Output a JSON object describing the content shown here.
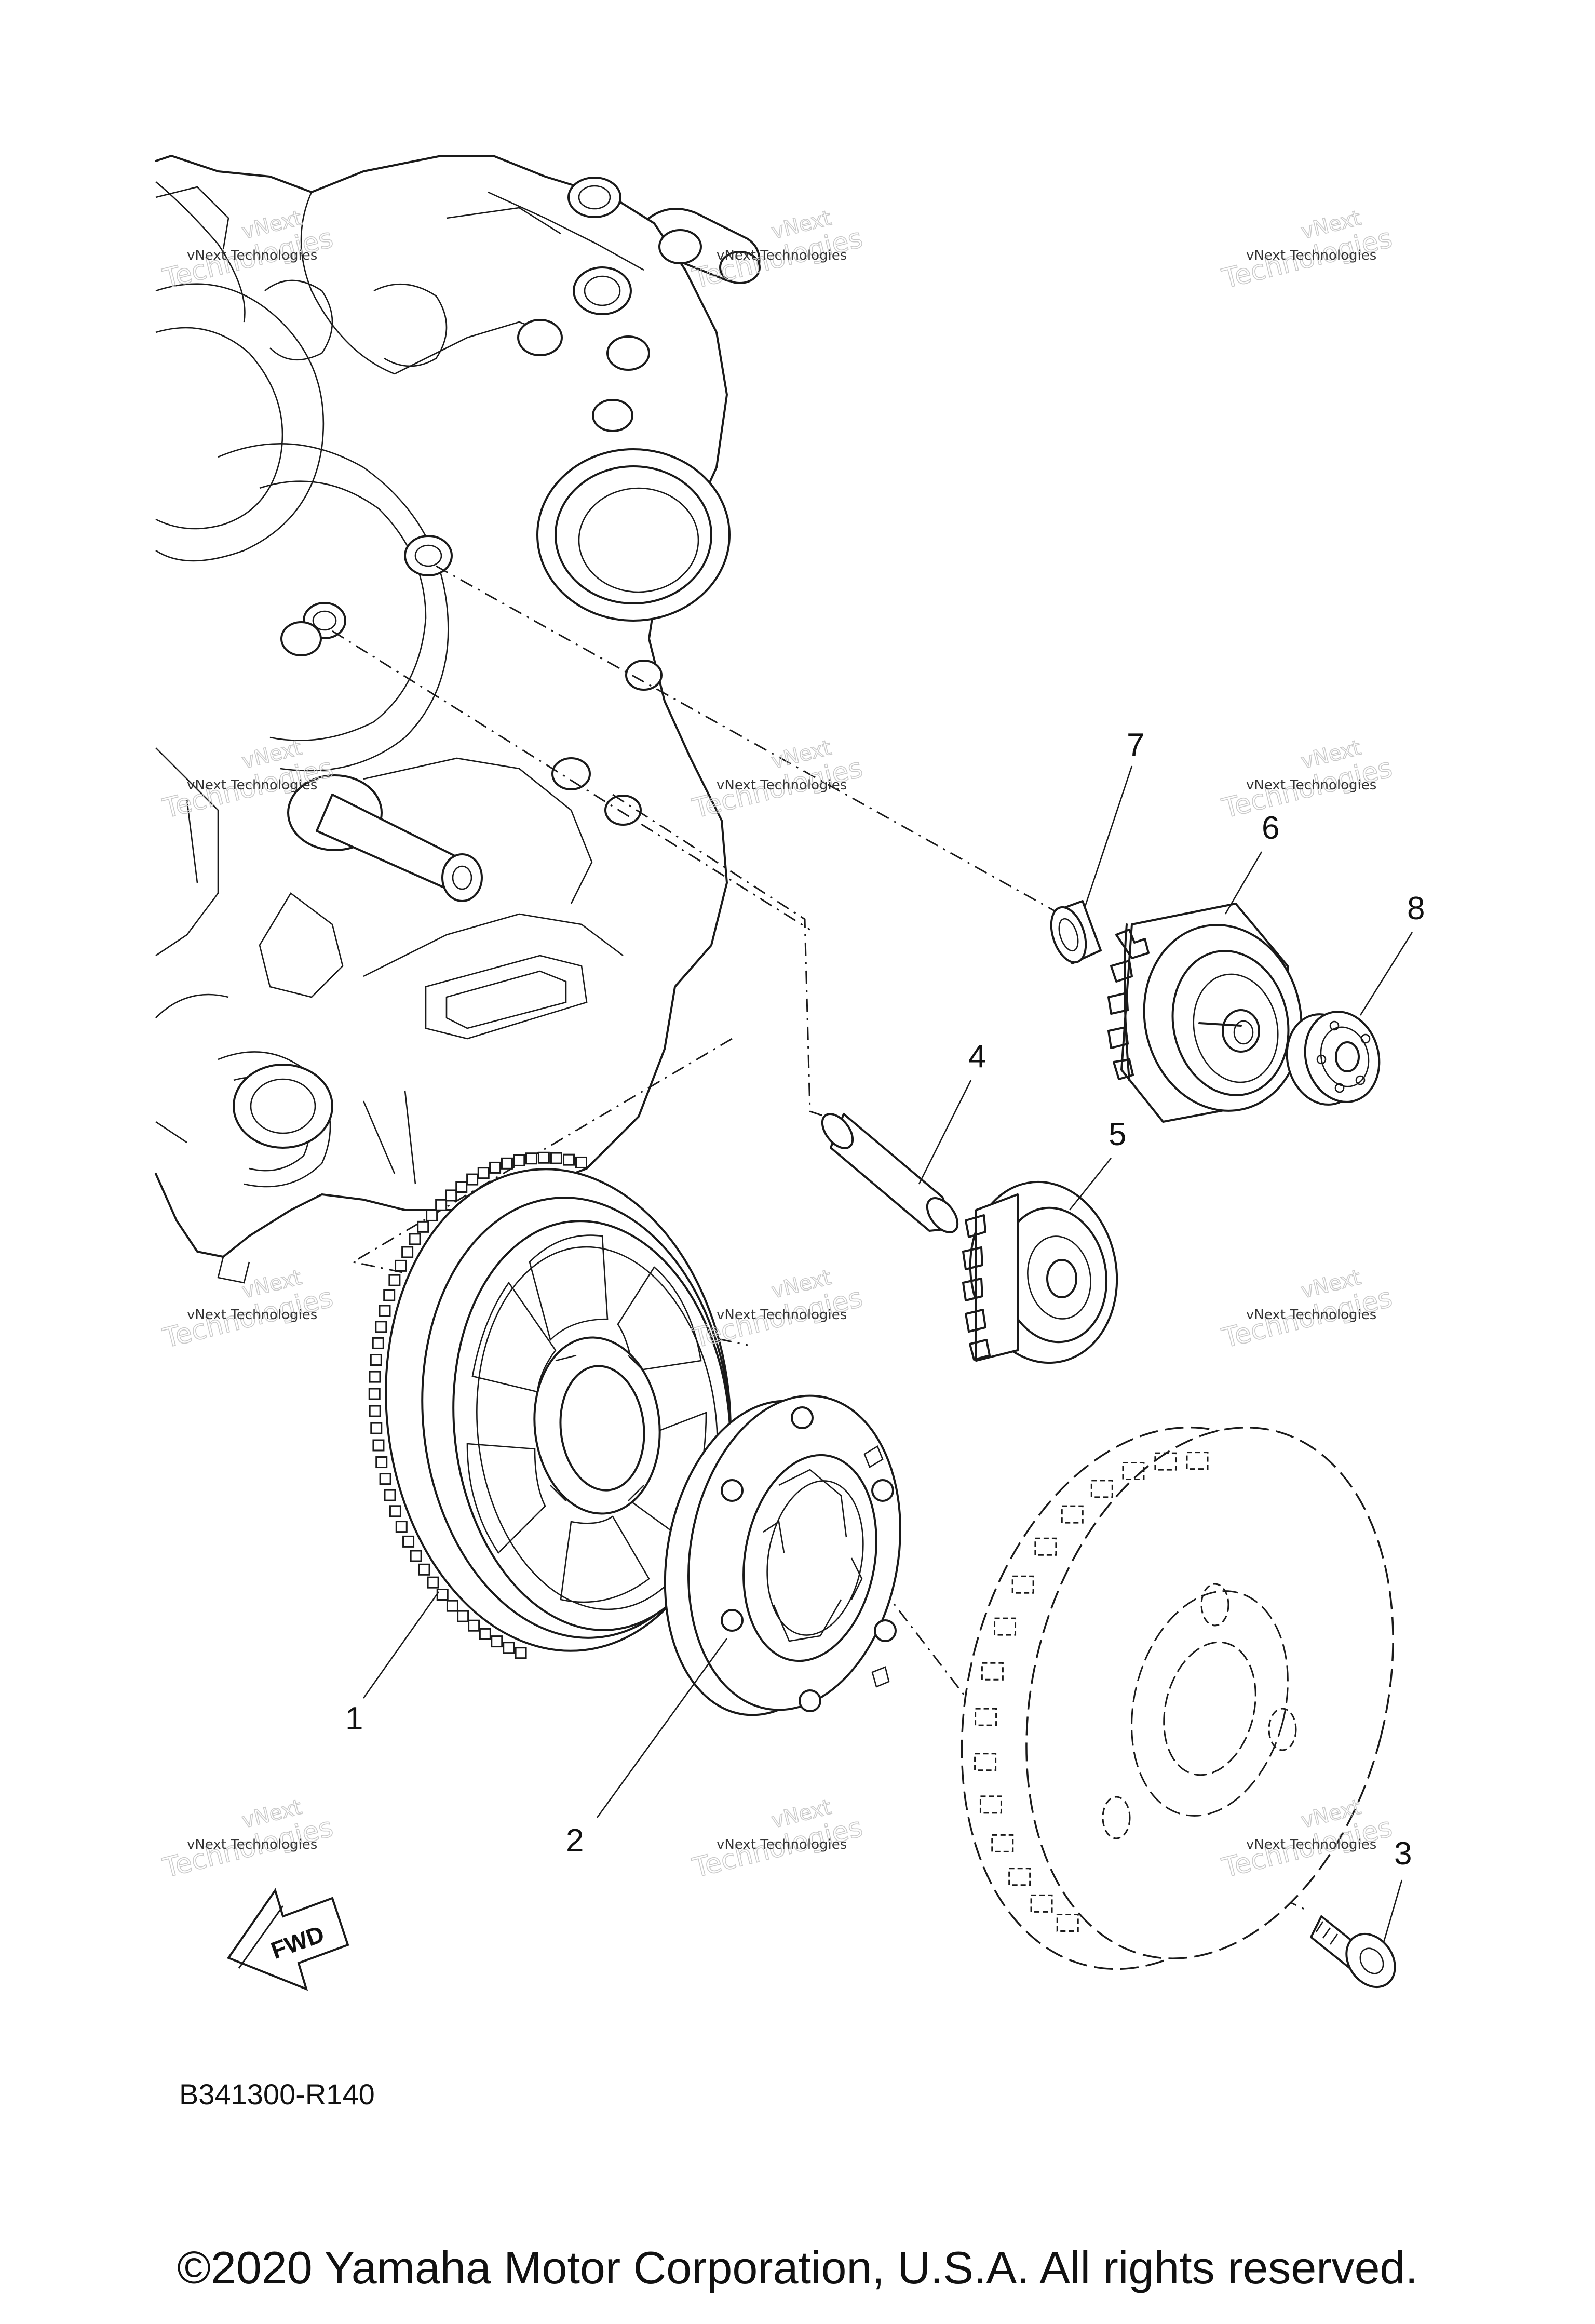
{
  "diagram": {
    "figure_code": "B341300-R140",
    "fwd_label": "FWD",
    "copyright": "©2020 Yamaha Motor Corporation, U.S.A. All rights reserved.",
    "watermark": {
      "line1": "vNext Technologies",
      "line2": "vNext",
      "line3": "Technologies"
    },
    "callouts": [
      {
        "id": "1",
        "label": "1"
      },
      {
        "id": "2",
        "label": "2"
      },
      {
        "id": "3",
        "label": "3"
      },
      {
        "id": "4",
        "label": "4"
      },
      {
        "id": "5",
        "label": "5"
      },
      {
        "id": "6",
        "label": "6"
      },
      {
        "id": "7",
        "label": "7"
      },
      {
        "id": "8",
        "label": "8"
      }
    ]
  }
}
